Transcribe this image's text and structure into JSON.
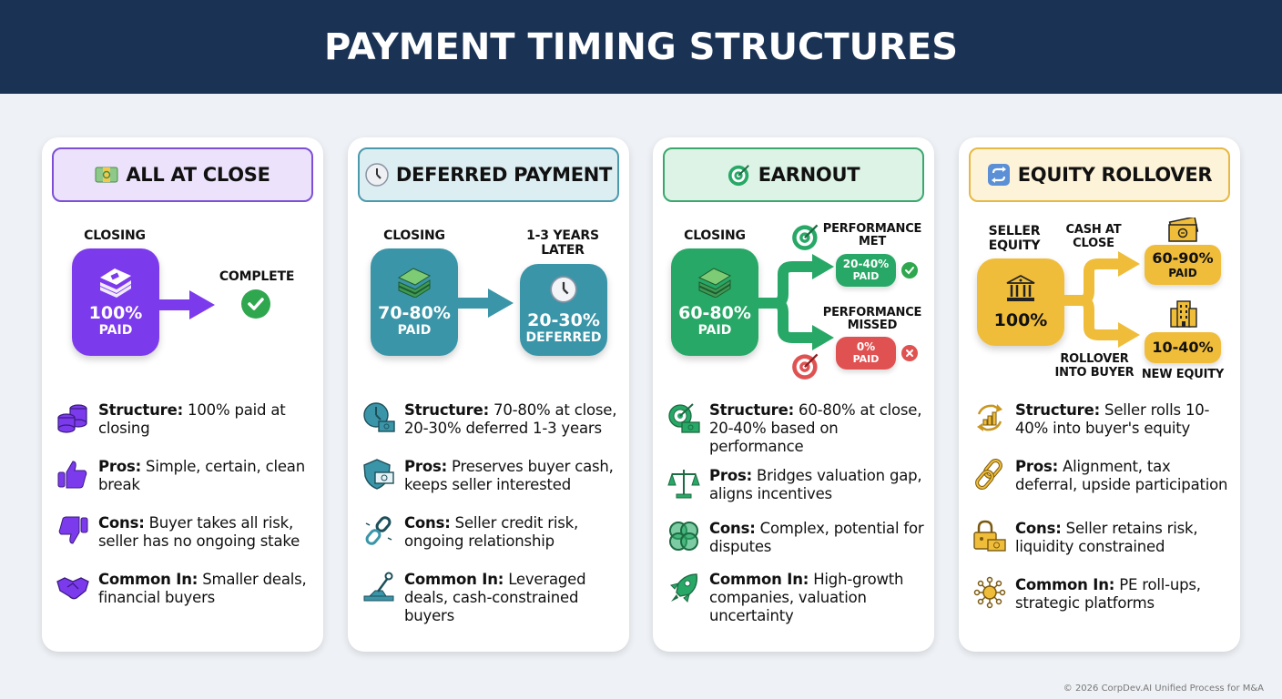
{
  "header": {
    "title": "PAYMENT TIMING STRUCTURES"
  },
  "colors": {
    "header_bg": "#1a3254",
    "page_bg": "#eef1f5",
    "purple": "#7c3aed",
    "teal": "#3a95a8",
    "green": "#27a866",
    "red": "#e05252",
    "gold": "#f0bd3a"
  },
  "cards": [
    {
      "title": "ALL AT CLOSE",
      "title_icon": "money-bill-icon",
      "diagram": {
        "closing_label": "CLOSING",
        "box_value": "100%",
        "box_sub": "PAID",
        "result_label": "COMPLETE",
        "result_icon": "check-circle-icon"
      },
      "items": [
        {
          "icon": "coin-stack-icon",
          "label": "Structure:",
          "text": " 100% paid at closing"
        },
        {
          "icon": "thumbs-up-icon",
          "label": "Pros:",
          "text": " Simple, certain, clean break"
        },
        {
          "icon": "thumbs-down-icon",
          "label": "Cons:",
          "text": " Buyer takes all risk, seller has no ongoing stake"
        },
        {
          "icon": "handshake-icon",
          "label": "Common In:",
          "text": " Smaller deals, financial buyers"
        }
      ]
    },
    {
      "title": "DEFERRED PAYMENT",
      "title_icon": "clock-icon",
      "diagram": {
        "closing_label": "CLOSING",
        "box_value": "70-80%",
        "box_sub": "PAID",
        "later_label": "1-3 YEARS LATER",
        "later_value": "20-30%",
        "later_sub": "DEFERRED"
      },
      "items": [
        {
          "icon": "clock-money-icon",
          "label": "Structure:",
          "text": " 70-80% at close, 20-30% deferred 1-3 years"
        },
        {
          "icon": "shield-money-icon",
          "label": "Pros:",
          "text": " Preserves buyer cash, keeps seller interested"
        },
        {
          "icon": "broken-chain-icon",
          "label": "Cons:",
          "text": " Seller credit risk, ongoing relationship"
        },
        {
          "icon": "lever-icon",
          "label": "Common In:",
          "text": " Leveraged deals, cash-constrained buyers"
        }
      ]
    },
    {
      "title": "EARNOUT",
      "title_icon": "target-icon",
      "diagram": {
        "closing_label": "CLOSING",
        "box_value": "60-80%",
        "box_sub": "PAID",
        "met_label": "PERFORMANCE MET",
        "met_value": "20-40%",
        "met_sub": "PAID",
        "missed_label": "PERFORMANCE MISSED",
        "missed_value": "0%",
        "missed_sub": "PAID"
      },
      "items": [
        {
          "icon": "target-money-icon",
          "label": "Structure:",
          "text": " 60-80% at close, 20-40% based on performance"
        },
        {
          "icon": "scales-icon",
          "label": "Pros:",
          "text": " Bridges valuation gap, aligns incentives"
        },
        {
          "icon": "knot-icon",
          "label": "Cons:",
          "text": " Complex, potential for disputes"
        },
        {
          "icon": "rocket-icon",
          "label": "Common In:",
          "text": " High-growth companies, valuation uncertainty"
        }
      ]
    },
    {
      "title": "EQUITY ROLLOVER",
      "title_icon": "repeat-icon",
      "diagram": {
        "seller_label": "SELLER EQUITY",
        "box_value": "100%",
        "cash_label": "CASH AT CLOSE",
        "cash_value": "60-90%",
        "cash_sub": "PAID",
        "rollover_label": "ROLLOVER INTO BUYER",
        "equity_value": "10-40%",
        "equity_label": "NEW EQUITY"
      },
      "items": [
        {
          "icon": "cycle-chart-icon",
          "label": "Structure:",
          "text": " Seller rolls 10-40% into buyer's equity"
        },
        {
          "icon": "chain-link-icon",
          "label": "Pros:",
          "text": " Alignment, tax deferral, upside participation"
        },
        {
          "icon": "lock-money-icon",
          "label": "Cons:",
          "text": " Seller retains risk, liquidity constrained"
        },
        {
          "icon": "network-hub-icon",
          "label": "Common In:",
          "text": " PE roll-ups, strategic platforms"
        }
      ]
    }
  ],
  "footer": {
    "text": "© 2026 CorpDev.AI Unified Process for M&A"
  }
}
